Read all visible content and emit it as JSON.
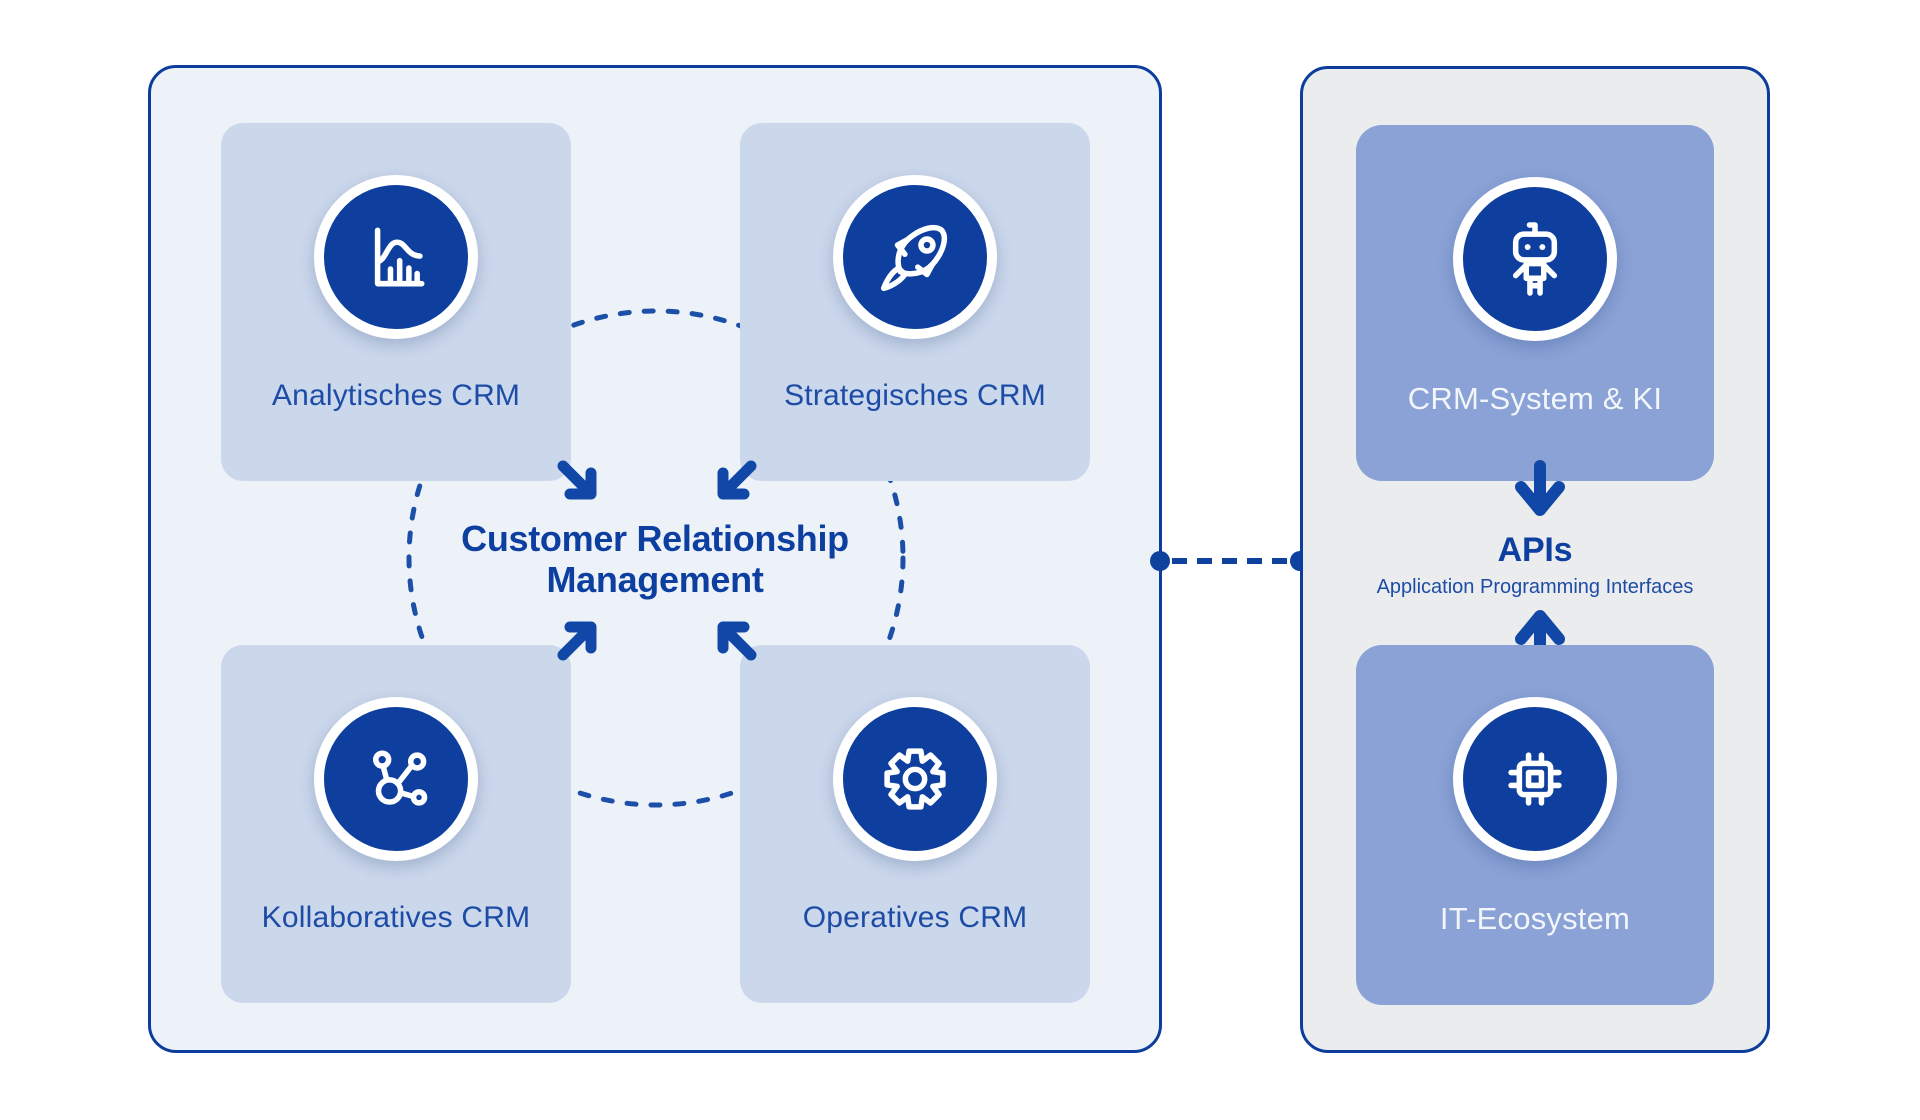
{
  "page": {
    "background": "#ffffff",
    "type": "crm-architecture-diagram"
  },
  "colors": {
    "panel_border": "#0d3d9c",
    "left_panel_bg": "#edf2f9",
    "left_card_bg": "#cbd7eb",
    "right_panel_bg": "#ebeced",
    "right_card_bg": "#8aa2d6",
    "icon_circle_bg": "#0e3f9e",
    "icon_circle_ring": "#ffffff",
    "accent_arrow": "#1148a7",
    "title_text": "#0d3fa1",
    "label_text": "#1d4ca6",
    "card_label_on_blue": "#f2f5fa"
  },
  "left_panel": {
    "center_title_line1": "Customer Relationship",
    "center_title_line2": "Management",
    "cards": [
      {
        "label": "Analytisches CRM",
        "icon": "bar-chart-icon"
      },
      {
        "label": "Strategisches CRM",
        "icon": "rocket-icon"
      },
      {
        "label": "Kollaboratives CRM",
        "icon": "network-icon"
      },
      {
        "label": "Operatives CRM",
        "icon": "gear-icon"
      }
    ],
    "decoration": "dashed-circle-with-four-inward-arrows"
  },
  "right_panel": {
    "cards": [
      {
        "label": "CRM-System & KI",
        "icon": "robot-icon"
      },
      {
        "label": "IT-Ecosystem",
        "icon": "chip-icon"
      }
    ],
    "api": {
      "title": "APIs",
      "subtitle": "Application Programming Interfaces"
    },
    "flow": "CRM-System & KI -> APIs <- IT-Ecosystem"
  },
  "connector": {
    "style": "dashed-line-with-end-dots",
    "links": "left panel <-> right panel"
  }
}
